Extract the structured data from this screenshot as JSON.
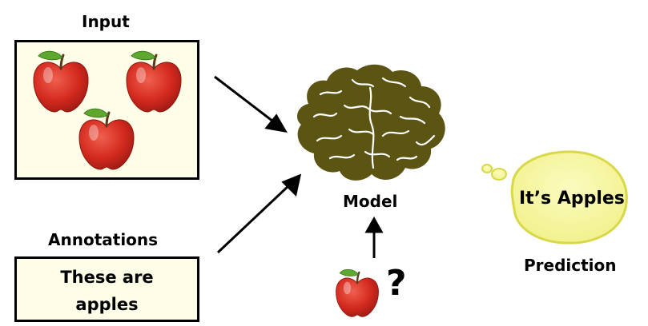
{
  "labels": {
    "input": "Input",
    "annotations": "Annotations",
    "model": "Model",
    "prediction": "Prediction"
  },
  "annotation_box": {
    "line1": "These are",
    "line2": "apples"
  },
  "prediction_bubble": {
    "text": "It’s Apples"
  },
  "query": {
    "symbol": "?"
  },
  "colors": {
    "box_fill": "#fdfde8",
    "brain": "#5b5412",
    "bubble_fill": "#f4f49a",
    "bubble_border": "#d8d84a",
    "apple_red": "#d42a1f"
  },
  "icons": [
    "apple-icon",
    "brain-icon",
    "thought-bubble-icon",
    "arrow-icon",
    "question-mark-icon"
  ]
}
